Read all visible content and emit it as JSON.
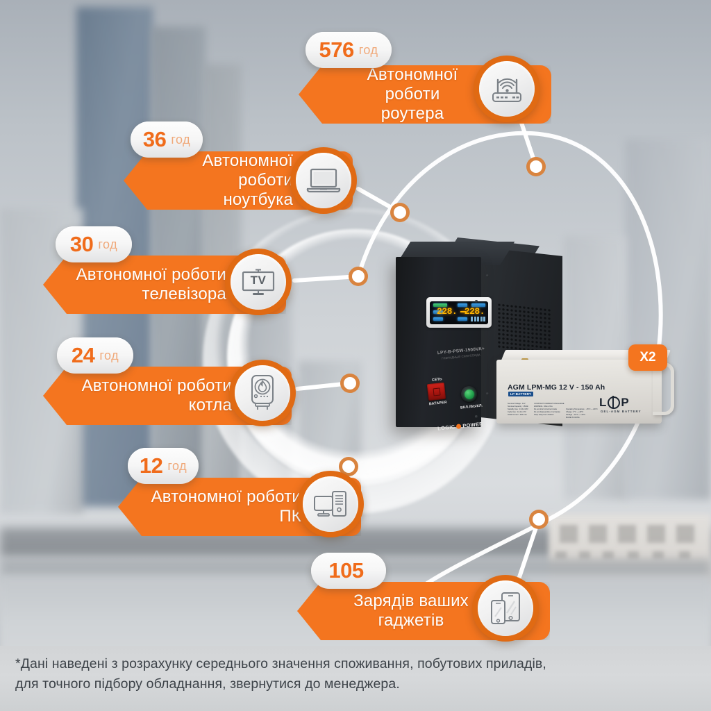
{
  "brand": {
    "accent_orange": "#f4751f",
    "accent_orange_dark": "#e06a13",
    "number_orange": "#f06c1b",
    "unit_gray_orange": "#f0a97a",
    "banner_text_color": "#ffffff",
    "footnote_color": "#3d4349"
  },
  "rows": [
    {
      "id": "router",
      "number": "576",
      "unit": "год",
      "line1": "Автономної роботи",
      "line2": "роутера",
      "icon": "wifi-router-icon"
    },
    {
      "id": "laptop",
      "number": "36",
      "unit": "год",
      "line1": "Автономної роботи",
      "line2": "ноутбука",
      "icon": "laptop-icon"
    },
    {
      "id": "tv",
      "number": "30",
      "unit": "год",
      "line1": "Автономної роботи",
      "line2": "телевізора",
      "icon": "tv-icon",
      "icon_text": "TV"
    },
    {
      "id": "boiler",
      "number": "24",
      "unit": "год",
      "line1": "Автономної роботи",
      "line2": "котла",
      "icon": "water-heater-boiler-icon"
    },
    {
      "id": "pc",
      "number": "12",
      "unit": "год",
      "line1": "Автономної роботи",
      "line2": "ПК",
      "icon": "desktop-pc-icon"
    },
    {
      "id": "gadgets",
      "number": "105",
      "unit": "",
      "line1": "Зарядів ваших",
      "line2": "гаджетів",
      "icon": "phone-tablet-icon"
    }
  ],
  "product": {
    "ups": {
      "model": "LPY-B-PSW-1500VA+",
      "submodel": "ГИБРИДНЫЙ СИНУСОИДА",
      "display_left": "228.",
      "display_right": "228.",
      "display_dash": "—",
      "switch_top_label": "СЕТЬ",
      "switch_bottom_label": "БАТАРЕЯ",
      "power_button_label": "ВКЛ./ВЫКЛ.",
      "logo_left": "LOGIC",
      "logo_right": "POWER"
    },
    "battery": {
      "title": "AGM LPM-MG 12 V - 150 Ah",
      "badge": "LP BATTERY",
      "logo": "LP",
      "logo_sub": "GEL-AGM BATTERY",
      "quantity_badge": "X2",
      "spec_block_1": "Nominal Voltage : 12V\nNominal Capacity : 150Ah\nStandby Use : 13.6-13.8V\nCycle Use : 14.4-14.7V\nInitial Current : 45A max",
      "spec_block_2": "CONSTANT CURRENT DISCHARGE\nWARNING : Risk of fire\nDo not short circuit terminals\nDo not disassemble or incinerate\nKeep away from children",
      "spec_block_3": "Operating Temperature : -15°C ~ +50°C\nCharge : 0°C ~ +40°C\nStorage : -15°C ~ +40°C\nMADE IN CHINA"
    }
  },
  "footnote": {
    "line1": "*Дані наведені з розрахунку середнього значення споживання, побутових приладів,",
    "line2": "для точного підбору обладнання, звернутися до менеджера."
  },
  "network": {
    "node_count": 6,
    "node_fill": "#ffffff",
    "node_ring": "#d9843f",
    "line_color": "#ffffff"
  }
}
